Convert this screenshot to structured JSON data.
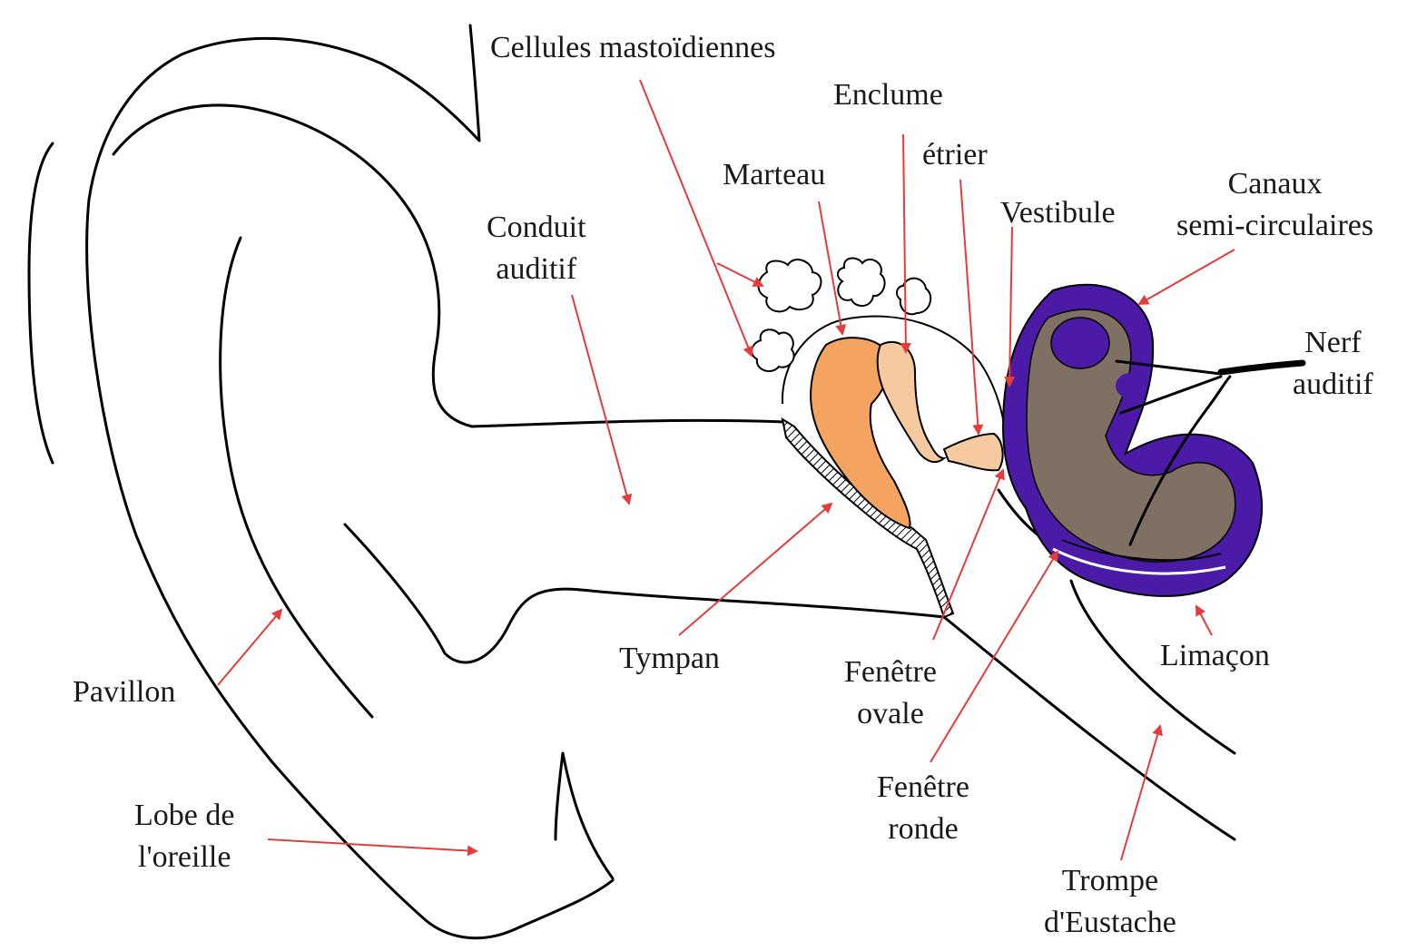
{
  "colors": {
    "outline": "#000000",
    "arrow": "#e23c3c",
    "ossicle": "#f4a460",
    "ossicle_light": "#f6c9a0",
    "inner_ear_outer": "#4b1aa6",
    "inner_ear_inner": "#7f7063",
    "label_text": "#1a1a1a"
  },
  "labels": {
    "cellules": "Cellules mastoïdiennes",
    "enclume": "Enclume",
    "etrier": "étrier",
    "marteau": "Marteau",
    "vestibule": "Vestibule",
    "canaux_1": "Canaux",
    "canaux_2": "semi-circulaires",
    "conduit_1": "Conduit",
    "conduit_2": "auditif",
    "nerf_1": "Nerf",
    "nerf_2": "auditif",
    "pavillon": "Pavillon",
    "tympan": "Tympan",
    "fenetre_ovale_1": "Fenêtre",
    "fenetre_ovale_2": "ovale",
    "limacon": "Limaçon",
    "fenetre_ronde_1": "Fenêtre",
    "fenetre_ronde_2": "ronde",
    "lobe_1": "Lobe de",
    "lobe_2": "l'oreille",
    "trompe_1": "Trompe",
    "trompe_2": "d'Eustache"
  }
}
